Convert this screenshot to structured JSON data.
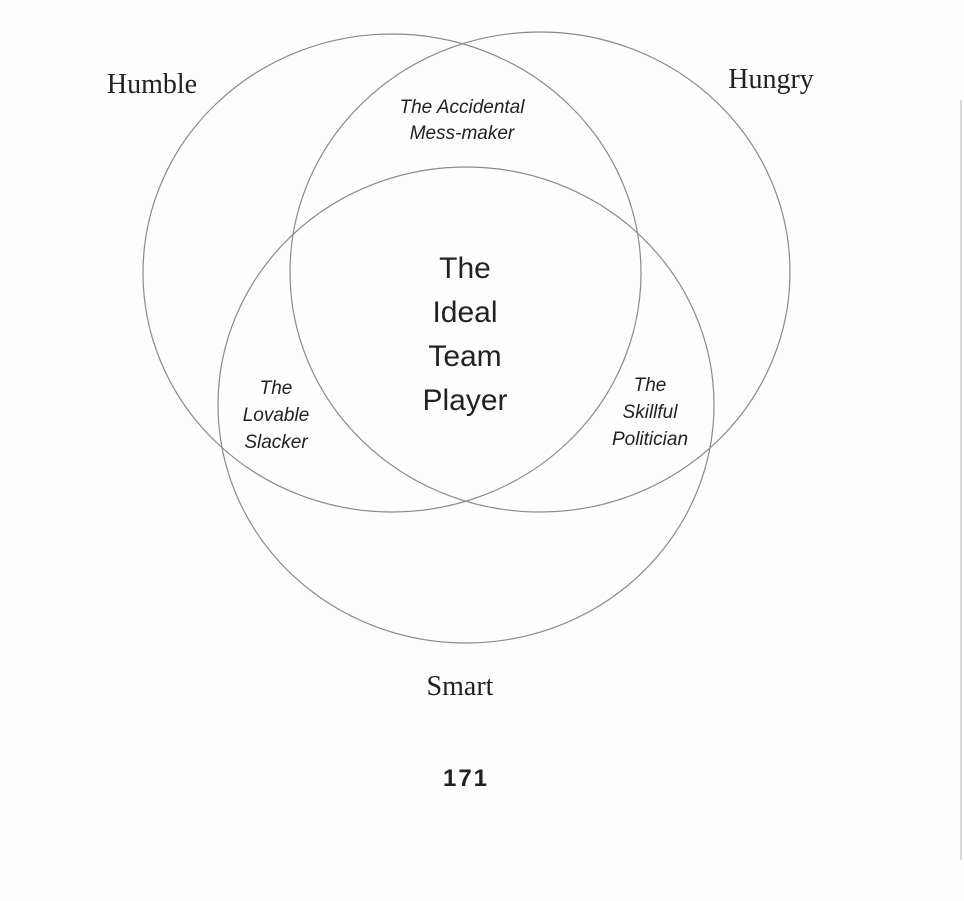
{
  "diagram": {
    "circles": [
      {
        "id": "humble",
        "label": "Humble"
      },
      {
        "id": "hungry",
        "label": "Hungry"
      },
      {
        "id": "smart",
        "label": "Smart"
      }
    ],
    "intersections": {
      "humble_hungry": [
        "The Accidental",
        "Mess-maker"
      ],
      "humble_smart": [
        "The",
        "Lovable",
        "Slacker"
      ],
      "hungry_smart": [
        "The",
        "Skillful",
        "Politician"
      ],
      "center": [
        "The",
        "Ideal",
        "Team",
        "Player"
      ]
    },
    "stroke_color": "#8a8a8a"
  },
  "page_number": "171"
}
